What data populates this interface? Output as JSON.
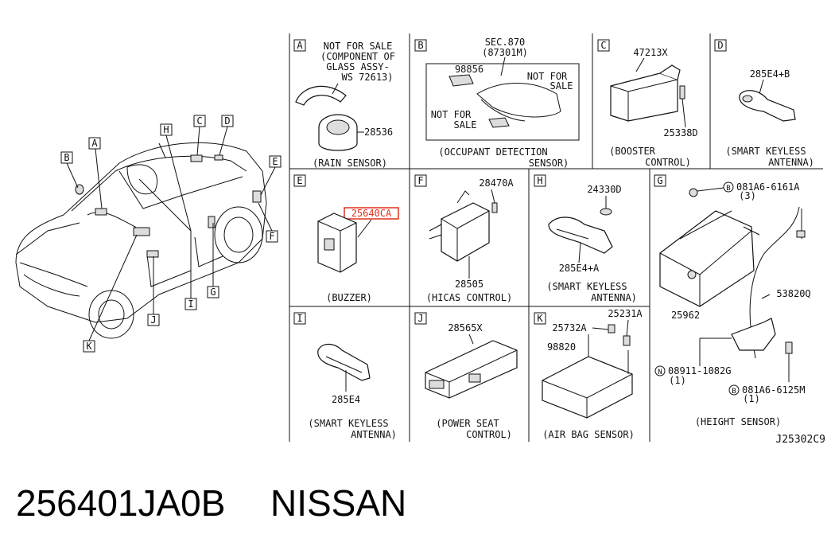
{
  "caption": {
    "part_number": "256401JA0B",
    "brand": "NISSAN"
  },
  "diagram_code": "J25302C9",
  "car_callouts": [
    "A",
    "B",
    "C",
    "D",
    "E",
    "F",
    "G",
    "H",
    "I",
    "J",
    "K"
  ],
  "panels": {
    "A": {
      "letter": "A",
      "note": [
        "NOT FOR SALE",
        "(COMPONENT OF",
        "GLASS ASSY-",
        "WS 72613)"
      ],
      "parts": [
        "28536"
      ],
      "caption": [
        "(RAIN SENSOR)"
      ]
    },
    "B": {
      "letter": "B",
      "sec": [
        "SEC.870",
        "(87301M)"
      ],
      "parts": [
        "98856"
      ],
      "note1": [
        "NOT FOR",
        "SALE"
      ],
      "note2": [
        "NOT FOR",
        "SALE"
      ],
      "caption": [
        "(OCCUPANT DETECTION",
        "SENSOR)"
      ]
    },
    "C": {
      "letter": "C",
      "parts": [
        "47213X",
        "25338D"
      ],
      "caption": [
        "(BOOSTER",
        "CONTROL)"
      ]
    },
    "D": {
      "letter": "D",
      "parts": [
        "285E4+B"
      ],
      "caption": [
        "(SMART KEYLESS",
        "ANTENNA)"
      ]
    },
    "E": {
      "letter": "E",
      "parts": [
        "25640CA"
      ],
      "caption": [
        "(BUZZER)"
      ]
    },
    "F": {
      "letter": "F",
      "parts": [
        "28470A",
        "28505"
      ],
      "caption": [
        "(HICAS CONTROL)"
      ]
    },
    "H": {
      "letter": "H",
      "parts": [
        "24330D",
        "285E4+A"
      ],
      "caption": [
        "(SMART KEYLESS",
        "ANTENNA)"
      ]
    },
    "G": {
      "letter": "G",
      "parts": [
        "081A6-6161A",
        "(3)",
        "53820Q",
        "25962",
        "08911-1082G",
        "(1)",
        "081A6-6125M",
        "(1)"
      ],
      "markers": [
        "B",
        "N",
        "B"
      ],
      "caption": [
        "(HEIGHT SENSOR)"
      ]
    },
    "I": {
      "letter": "I",
      "parts": [
        "285E4"
      ],
      "caption": [
        "(SMART KEYLESS",
        "ANTENNA)"
      ]
    },
    "J": {
      "letter": "J",
      "parts": [
        "28565X"
      ],
      "caption": [
        "(POWER SEAT",
        "CONTROL)"
      ]
    },
    "K": {
      "letter": "K",
      "parts": [
        "25732A",
        "25231A",
        "98820"
      ],
      "caption": [
        "(AIR BAG SENSOR)"
      ]
    }
  },
  "colors": {
    "highlight": "#e0301e",
    "line": "#111111"
  }
}
